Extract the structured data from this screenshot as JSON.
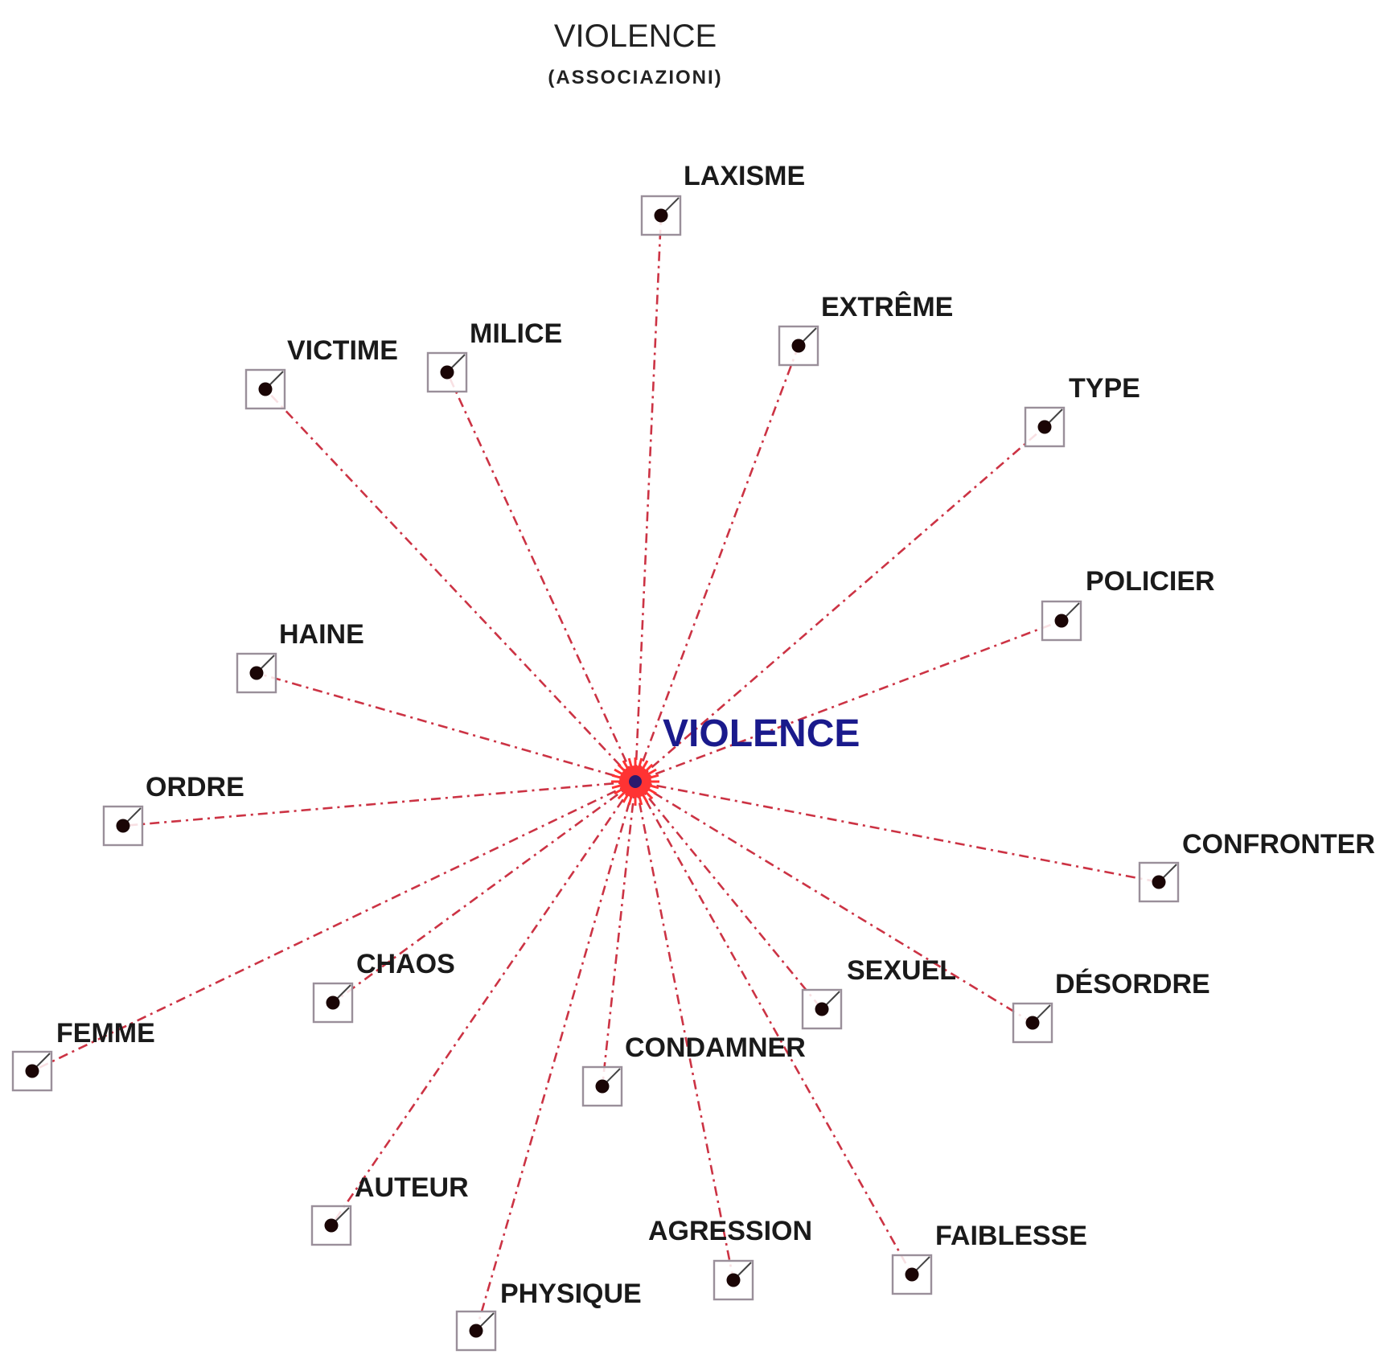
{
  "title": "VIOLENCE",
  "subtitle": "(ASSOCIAZIONI)",
  "center": {
    "label": "VIOLENCE",
    "label_color": "#1a1a8c",
    "burst_color": "#ff3333",
    "dot_color": "#2a1a6e"
  },
  "edge_color": "#cc3344",
  "node_box_color": "#9a8f9a",
  "node_dot_color": "#1a0505",
  "nodes": [
    {
      "id": "laxisme",
      "label": "LAXISME"
    },
    {
      "id": "extreme",
      "label": "EXTRÊME"
    },
    {
      "id": "type",
      "label": "TYPE"
    },
    {
      "id": "policier",
      "label": "POLICIER"
    },
    {
      "id": "confronter",
      "label": "CONFRONTER"
    },
    {
      "id": "desordre",
      "label": "DÉSORDRE"
    },
    {
      "id": "sexuel",
      "label": "SEXUEL"
    },
    {
      "id": "faiblesse",
      "label": "FAIBLESSE"
    },
    {
      "id": "agression",
      "label": "AGRESSION"
    },
    {
      "id": "condamner",
      "label": "CONDAMNER"
    },
    {
      "id": "physique",
      "label": "PHYSIQUE"
    },
    {
      "id": "auteur",
      "label": "AUTEUR"
    },
    {
      "id": "chaos",
      "label": "CHAOS"
    },
    {
      "id": "femme",
      "label": "FEMME"
    },
    {
      "id": "ordre",
      "label": "ORDRE"
    },
    {
      "id": "haine",
      "label": "HAINE"
    },
    {
      "id": "victime",
      "label": "VICTIME"
    },
    {
      "id": "milice",
      "label": "MILICE"
    }
  ]
}
